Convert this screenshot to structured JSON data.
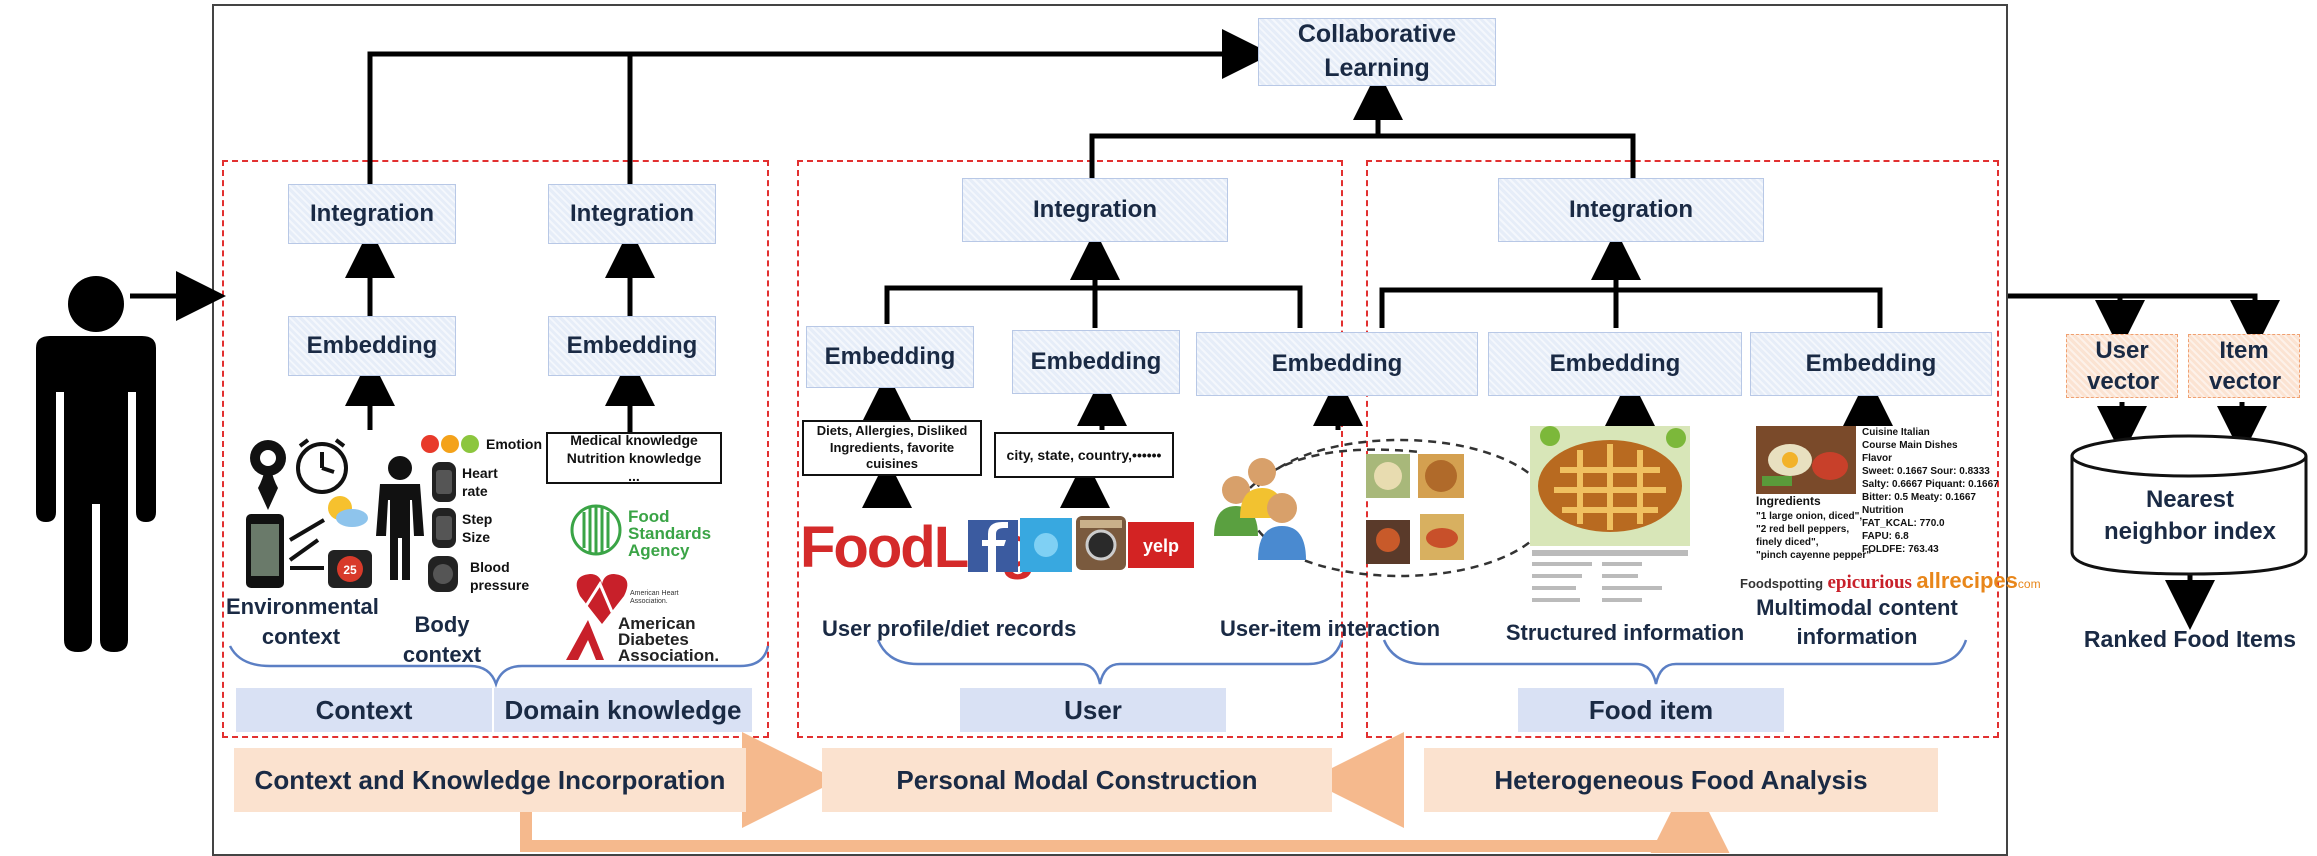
{
  "collaborative_learning": "Collaborative Learning",
  "integration": "Integration",
  "embedding": "Embedding",
  "context_section": {
    "environmental_context": "Environmental context",
    "body_context": "Body context",
    "emotion": "Emotion",
    "heart_rate": "Heart rate",
    "step_size": "Step Size",
    "blood_pressure": "Blood pressure",
    "knowledge_lines": [
      "Medical knowledge",
      "Nutrition knowledge",
      "..."
    ],
    "food_standards": [
      "Food",
      "Standards",
      "Agency"
    ],
    "ada": [
      "American",
      "Diabetes",
      "Association."
    ],
    "aha": "American Heart Association."
  },
  "user_section": {
    "diet_box": "Diets, Allergies, Disliked Ingredients, favorite cuisines",
    "location_box": "city, state, country,••••••",
    "foodlog_logo": "FoodLog",
    "profile_label": "User profile/diet records",
    "interaction_label": "User-item interaction"
  },
  "food_section": {
    "structured_label": "Structured information",
    "multimodal_label": "Multimodal content information",
    "recipe_meta": [
      "Cuisine Italian",
      "Course Main Dishes",
      "Flavor",
      "Sweet: 0.1667 Sour: 0.8333",
      "Salty: 0.6667 Piquant: 0.1667",
      "Bitter: 0.5 Meaty: 0.1667",
      "Nutrition",
      "FAT_KCAL: 770.0",
      "FAPU: 6.8",
      "FOLDFE: 763.43"
    ],
    "ingredients_heading": "Ingredients",
    "ingredients_lines": [
      "\"1 large onion, diced\",",
      "\"2 red bell peppers,",
      "finely diced\",",
      "\"pinch cayenne pepper\""
    ],
    "source_logos": [
      "Foodspotting",
      "epicurious",
      "allrecipes",
      "com"
    ]
  },
  "group_tags": {
    "context": "Context",
    "domain_knowledge": "Domain knowledge",
    "user": "User",
    "food_item": "Food item"
  },
  "stages": {
    "context_knowledge": "Context and Knowledge Incorporation",
    "personal_model": "Personal Modal Construction",
    "food_analysis": "Heterogeneous Food Analysis"
  },
  "output": {
    "user_vector": "User vector",
    "item_vector": "Item vector",
    "nn_index": "Nearest neighbor index",
    "ranked": "Ranked Food Items"
  },
  "colors": {
    "dashed_border": "#e23030",
    "stage_fill": "#fbe2cf",
    "tag_fill": "#d9e1f4",
    "box_fill": "#e6edf8",
    "foodlog_red": "#d42a2a",
    "foodlog_green": "#3aa43a"
  }
}
